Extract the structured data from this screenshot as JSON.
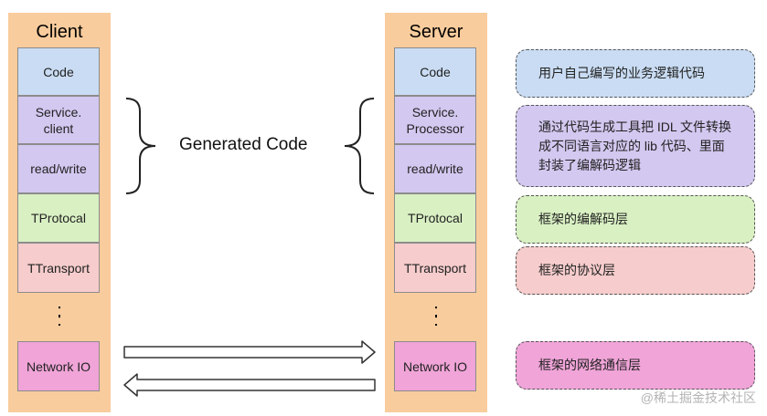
{
  "client": {
    "title": "Client",
    "layers": [
      {
        "label": "Code",
        "color": "#c9dcf3"
      },
      {
        "label": "Service.\nclient",
        "color": "#d3c8f0"
      },
      {
        "label": "read/write",
        "color": "#d3c8f0"
      },
      {
        "label": "TProtocal",
        "color": "#d9f0c3"
      },
      {
        "label": "TTransport",
        "color": "#f6cccc"
      },
      {
        "label": "Network IO",
        "color": "#f0a4d8"
      }
    ],
    "dots": ":\n:"
  },
  "server": {
    "title": "Server",
    "layers": [
      {
        "label": "Code",
        "color": "#c9dcf3"
      },
      {
        "label": "Service.\nProcessor",
        "color": "#d3c8f0"
      },
      {
        "label": "read/write",
        "color": "#d3c8f0"
      },
      {
        "label": "TProtocal",
        "color": "#d9f0c3"
      },
      {
        "label": "TTransport",
        "color": "#f6cccc"
      },
      {
        "label": "Network IO",
        "color": "#f0a4d8"
      }
    ],
    "dots": ":\n:"
  },
  "generated_code_label": "Generated Code",
  "notes": [
    {
      "text": "用户自己编写的业务逻辑代码",
      "color": "#c9dcf3"
    },
    {
      "text": "通过代码生成工具把 IDL 文件转换成不同语言对应的 lib 代码、里面封装了编解码逻辑",
      "color": "#d3c8f0"
    },
    {
      "text": "框架的编解码层",
      "color": "#d9f0c3"
    },
    {
      "text": "框架的协议层",
      "color": "#f6cccc"
    },
    {
      "text": "框架的网络通信层",
      "color": "#f0a4d8"
    }
  ],
  "watermark": "@稀土掘金技术社区"
}
